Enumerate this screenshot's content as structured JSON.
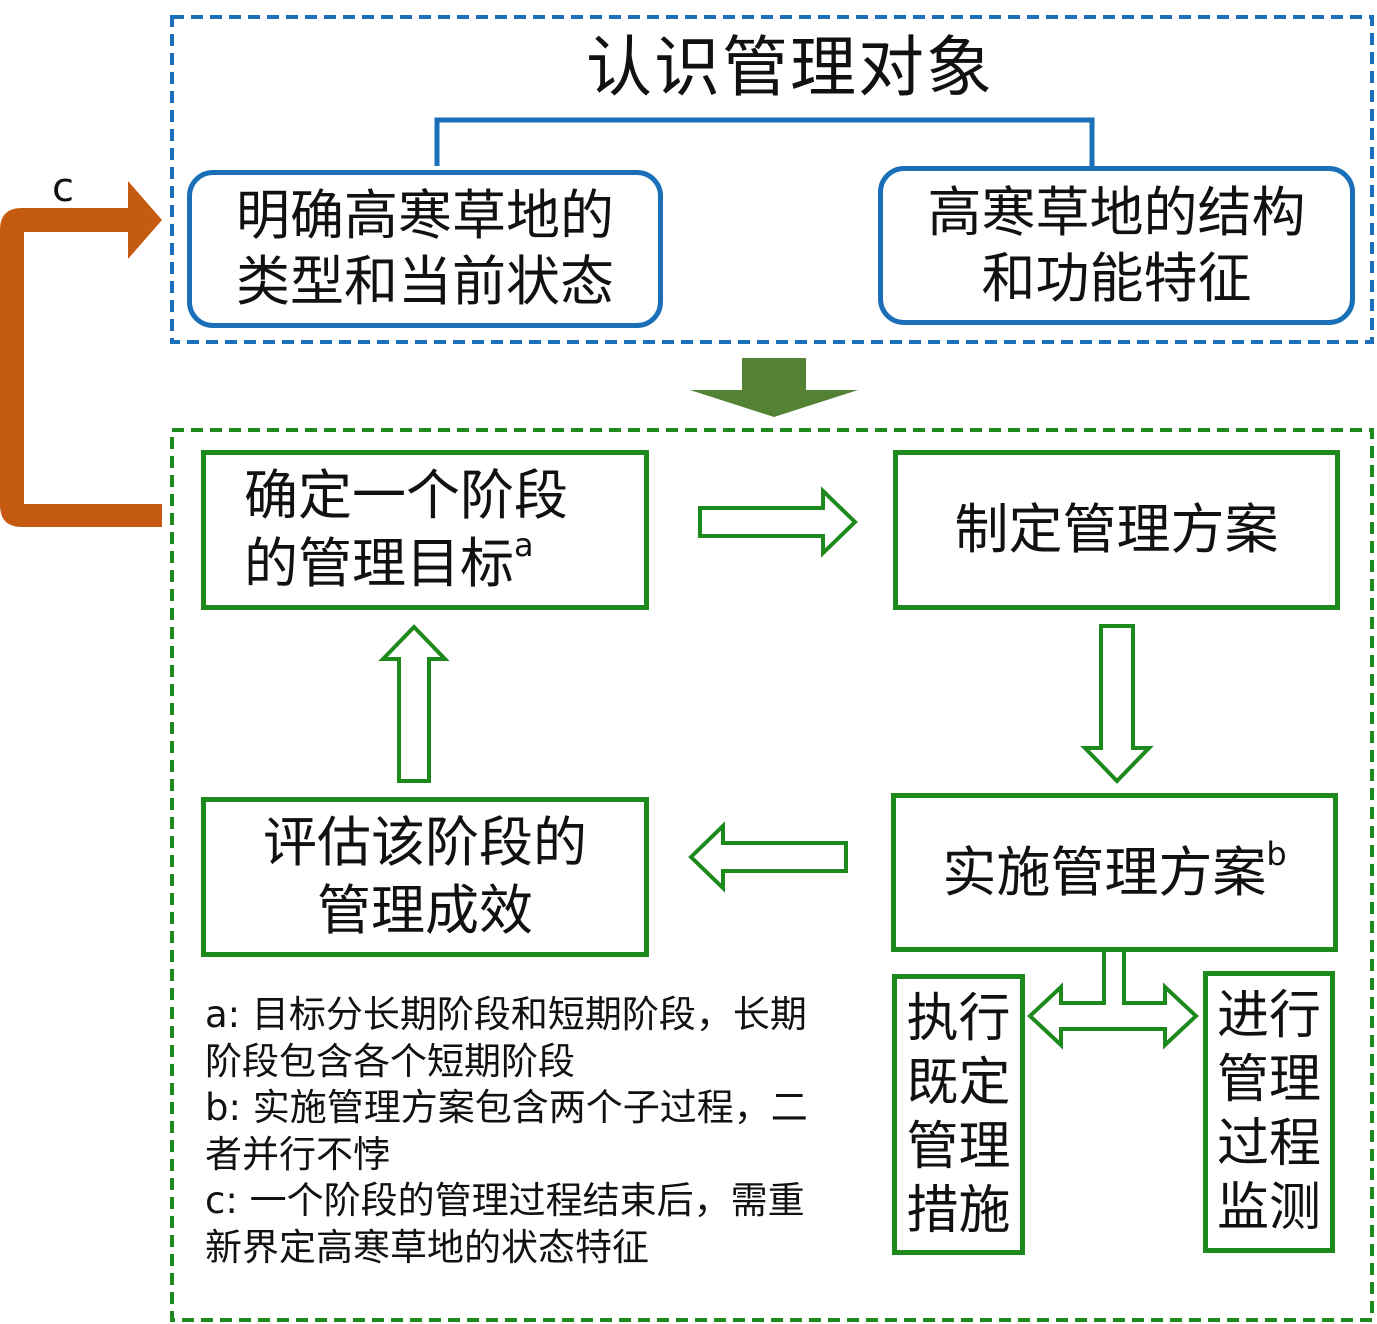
{
  "top_section": {
    "title": "认识管理对象",
    "left_box": {
      "line1": "明确高寒草地的",
      "line2": "类型和当前状态"
    },
    "right_box": {
      "line1": "高寒草地的结构",
      "line2": "和功能特征"
    }
  },
  "feedback_label": "c",
  "cycle": {
    "goal_box": {
      "line1": "确定一个阶段",
      "line2": "的管理目标",
      "marker": "a"
    },
    "plan_box": {
      "text": "制定管理方案"
    },
    "implement_box": {
      "text": "实施管理方案",
      "marker": "b"
    },
    "evaluate_box": {
      "line1": "评估该阶段的",
      "line2": "管理成效"
    },
    "execute_box": {
      "lines": [
        "执行",
        "既定",
        "管理",
        "措施"
      ]
    },
    "monitor_box": {
      "lines": [
        "进行",
        "管理",
        "过程",
        "监测"
      ]
    }
  },
  "notes": [
    "a: 目标分长期阶段和短期阶段，长期",
    "阶段包含各个短期阶段",
    "b: 实施管理方案包含两个子过程，二",
    "者并行不悖",
    "c: 一个阶段的管理过程结束后，需重",
    "新界定高寒草地的状态特征"
  ],
  "colors": {
    "blue": "#1a6fb8",
    "green": "#1e8a1e",
    "dark_green_arrow": "#548235",
    "orange": "#c55a11"
  }
}
